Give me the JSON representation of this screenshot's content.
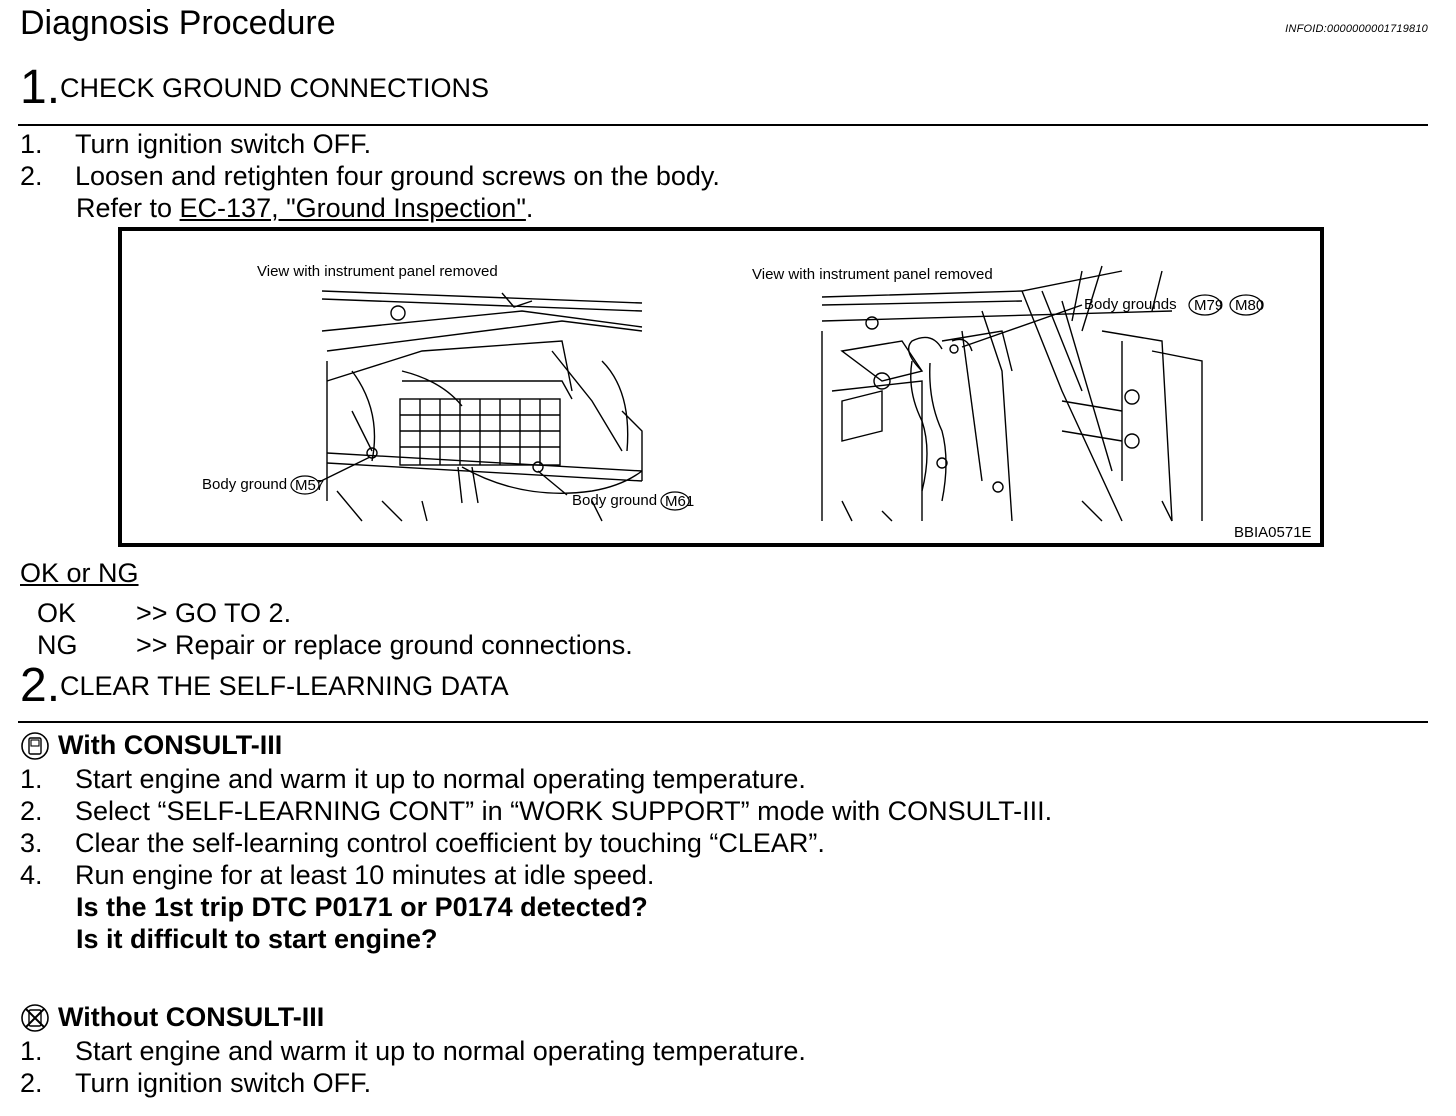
{
  "header": {
    "title": "Diagnosis Procedure",
    "info_id": "INFOID:0000000001719810"
  },
  "step1": {
    "number": "1.",
    "title": "CHECK GROUND CONNECTIONS",
    "items": [
      {
        "n": "1.",
        "text": "Turn ignition switch OFF."
      },
      {
        "n": "2.",
        "text": "Loosen and retighten four ground screws on the body."
      }
    ],
    "refer_prefix": "Refer to ",
    "refer_link": "EC-137, \"Ground Inspection\"",
    "refer_suffix": ".",
    "figure": {
      "left_caption": "View with instrument panel removed",
      "right_caption": "View with instrument panel removed",
      "left_ground_1": "Body ground",
      "left_ground_1_code": "M57",
      "left_ground_2": "Body ground",
      "left_ground_2_code": "M61",
      "right_grounds": "Body grounds",
      "right_ground_code_1": "M79",
      "right_ground_code_2": "M80",
      "figure_id": "BBIA0571E"
    },
    "result_heading": "OK or NG",
    "results": [
      {
        "key": "OK",
        "text": ">> GO TO 2."
      },
      {
        "key": "NG",
        "text": ">> Repair or replace ground connections."
      }
    ]
  },
  "step2": {
    "number": "2.",
    "title": "CLEAR THE SELF-LEARNING DATA",
    "with_consult": {
      "heading": "With CONSULT-III",
      "icon": "consult-icon",
      "items": [
        {
          "n": "1.",
          "text": "Start engine and warm it up to normal operating temperature."
        },
        {
          "n": "2.",
          "text": "Select “SELF-LEARNING CONT” in “WORK SUPPORT” mode with CONSULT-III."
        },
        {
          "n": "3.",
          "text": "Clear the self-learning control coefficient by touching “CLEAR”."
        },
        {
          "n": "4.",
          "text": "Run engine for at least 10 minutes at idle speed."
        }
      ],
      "question_1": "Is the 1st trip DTC P0171 or P0174 detected?",
      "question_2": "Is it difficult to start engine?"
    },
    "without_consult": {
      "heading": "Without CONSULT-III",
      "icon": "no-consult-icon",
      "items": [
        {
          "n": "1.",
          "text": "Start engine and warm it up to normal operating temperature."
        },
        {
          "n": "2.",
          "text": "Turn ignition switch OFF."
        }
      ]
    }
  }
}
